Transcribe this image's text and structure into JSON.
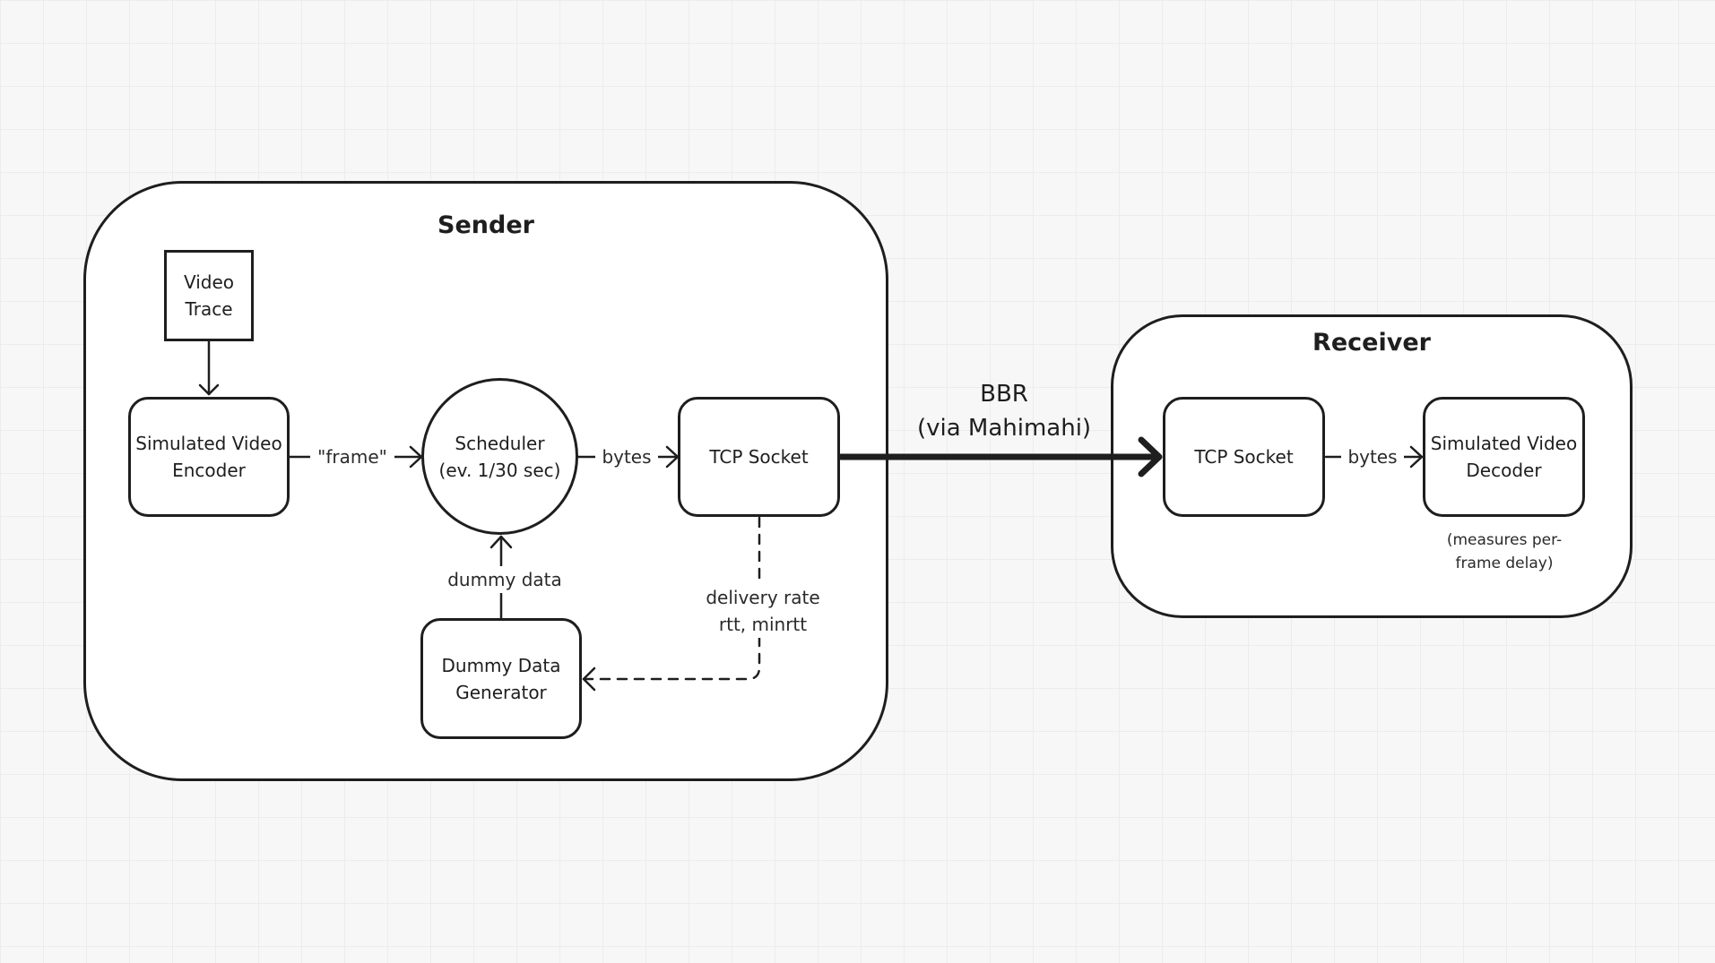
{
  "groups": {
    "sender": {
      "title": "Sender"
    },
    "receiver": {
      "title": "Receiver"
    }
  },
  "nodes": {
    "video_trace": "Video\nTrace",
    "sim_encoder": "Simulated Video\nEncoder",
    "scheduler": "Scheduler\n(ev. 1/30 sec)",
    "tcp_socket_sender": "TCP Socket",
    "dummy_generator": "Dummy Data\nGenerator",
    "tcp_socket_receiver": "TCP Socket",
    "sim_decoder": "Simulated Video\nDecoder"
  },
  "edge_labels": {
    "encoder_to_scheduler": "\"frame\"",
    "scheduler_to_socket": "bytes",
    "dummy_to_scheduler": "dummy data",
    "socket_feedback": "delivery rate\nrtt, minrtt",
    "link": "BBR\n(via Mahimahi)",
    "receiver_socket_to_decoder": "bytes"
  },
  "notes": {
    "decoder_note": "(measures per-\nframe delay)"
  },
  "colors": {
    "stroke": "#1e1e1e",
    "fill": "#ffffff",
    "background": "#f7f7f7"
  }
}
